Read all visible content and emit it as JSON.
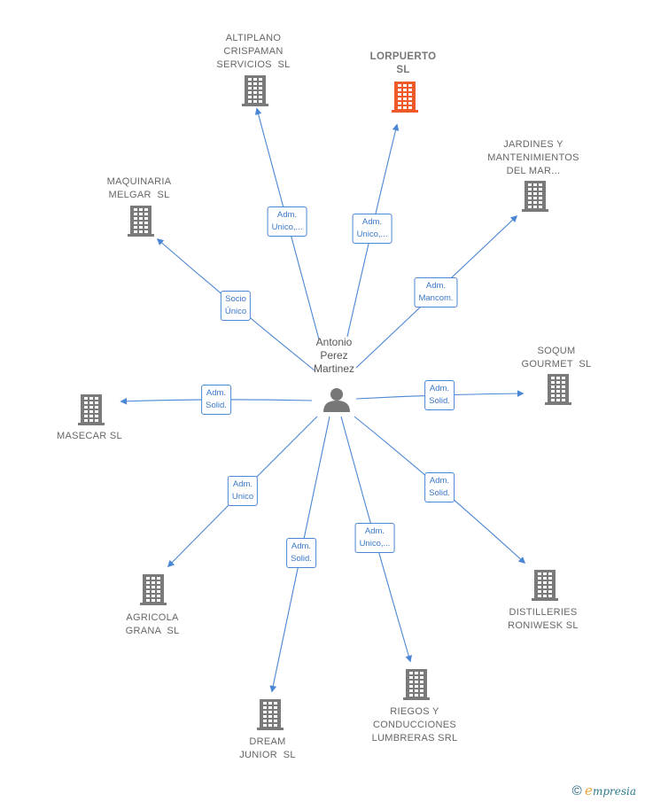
{
  "colors": {
    "line": "#4a86d4",
    "company": "#7a7a7a",
    "company_highlight": "#f05a28",
    "person": "#777777"
  },
  "center": {
    "name": "Antonio\nPerez\nMartinez",
    "icon": "person-icon"
  },
  "companies": [
    {
      "id": "altiplano",
      "name": "ALTIPLANO\nCRISPAMAN\nSERVICIOS  SL",
      "relation": "Adm.\nUnico,...",
      "highlight": false
    },
    {
      "id": "lorpuerto",
      "name": "LORPUERTO\nSL",
      "relation": "Adm.\nUnico,...",
      "highlight": true
    },
    {
      "id": "jardines",
      "name": "JARDINES Y\nMANTENIMIENTOS\nDEL MAR...",
      "relation": "Adm.\nMancom.",
      "highlight": false
    },
    {
      "id": "maquinaria",
      "name": "MAQUINARIA\nMELGAR  SL",
      "relation": "Socio\nÚnico",
      "highlight": false
    },
    {
      "id": "soqum",
      "name": "SOQUM\nGOURMET  SL",
      "relation": "Adm.\nSolid.",
      "highlight": false
    },
    {
      "id": "masecar",
      "name": "MASECAR SL",
      "relation": "Adm.\nSolid.",
      "highlight": false
    },
    {
      "id": "agricola",
      "name": "AGRICOLA\nGRANA  SL",
      "relation": "Adm.\nUnico",
      "highlight": false
    },
    {
      "id": "distilleries",
      "name": "DISTILLERIES\nRONIWESK SL",
      "relation": "Adm.\nSolid.",
      "highlight": false
    },
    {
      "id": "dream",
      "name": "DREAM\nJUNIOR  SL",
      "relation": "Adm.\nSolid.",
      "highlight": false
    },
    {
      "id": "riegos",
      "name": "RIEGOS Y\nCONDUCCIONES\nLUMBRERAS SRL",
      "relation": "Adm.\nUnico,...",
      "highlight": false
    }
  ],
  "copyright": {
    "symbol": "©",
    "brand_initial": "e",
    "brand_rest": "mpresia"
  }
}
